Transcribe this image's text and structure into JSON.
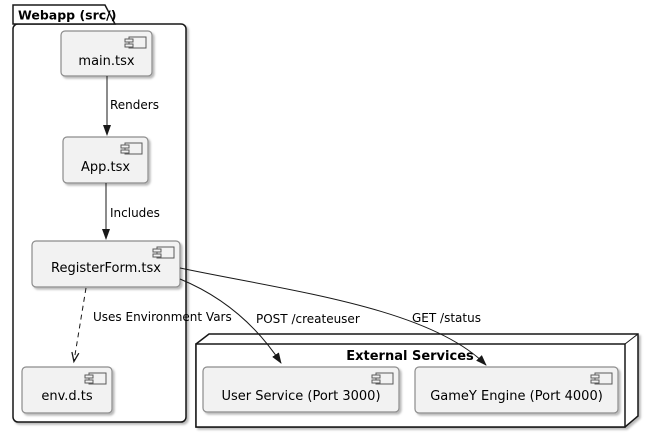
{
  "diagram": {
    "type": "uml-component-diagram",
    "background": "#ffffff",
    "colors": {
      "line": "#181818",
      "component_fill": "#f2f2f2",
      "component_border": "#8c8c8c",
      "container_fill": "#ffffff",
      "text": "#000000"
    },
    "package": {
      "title": "Webapp (src/)"
    },
    "node": {
      "title": "External Services"
    },
    "components": [
      {
        "id": "main-tsx",
        "label": "main.tsx",
        "container": "Webapp (src/)"
      },
      {
        "id": "app-tsx",
        "label": "App.tsx",
        "container": "Webapp (src/)"
      },
      {
        "id": "registerform-tsx",
        "label": "RegisterForm.tsx",
        "container": "Webapp (src/)"
      },
      {
        "id": "env-d-ts",
        "label": "env.d.ts",
        "container": "Webapp (src/)"
      },
      {
        "id": "user-service",
        "label": "User Service (Port 3000)",
        "container": "External Services"
      },
      {
        "id": "gamey-engine",
        "label": "GameY Engine (Port 4000)",
        "container": "External Services"
      }
    ],
    "edges": [
      {
        "from": "main.tsx",
        "to": "App.tsx",
        "label": "Renders",
        "style": "solid-arrow"
      },
      {
        "from": "App.tsx",
        "to": "RegisterForm.tsx",
        "label": "Includes",
        "style": "solid-arrow"
      },
      {
        "from": "RegisterForm.tsx",
        "to": "env.d.ts",
        "label": "Uses Environment Vars",
        "style": "dashed-arrow"
      },
      {
        "from": "RegisterForm.tsx",
        "to": "User Service (Port 3000)",
        "label": "POST /createuser",
        "style": "solid-arrow"
      },
      {
        "from": "RegisterForm.tsx",
        "to": "GameY Engine (Port 4000)",
        "label": "GET /status",
        "style": "solid-arrow"
      }
    ]
  }
}
